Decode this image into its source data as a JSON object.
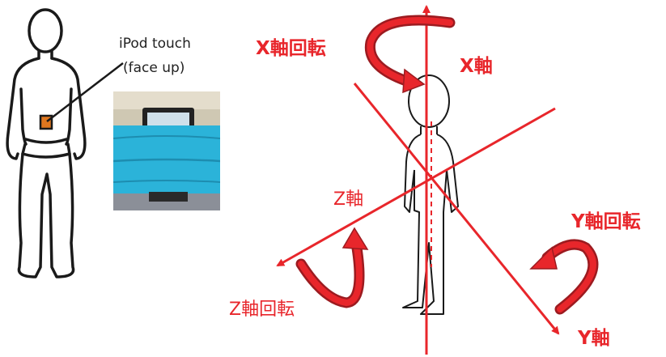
{
  "device_label": {
    "line1": "iPod touch",
    "line2": "(face up)"
  },
  "axes": {
    "x_axis": "X軸",
    "y_axis": "Y軸",
    "z_axis": "Z軸",
    "x_rotation": "X軸回転",
    "y_rotation": "Y軸回転",
    "z_rotation": "Z軸回転"
  },
  "colors": {
    "axis_red": "#e8262b",
    "arrow_dark_red": "#9c1b20",
    "band_cyan": "#2bb3d9",
    "device_orange": "#e0771f",
    "outline": "#1a1a1a"
  },
  "icons": {
    "rotation_arrow": "curved-rotation-arrow-icon",
    "axis_arrow": "axis-arrowhead-icon"
  }
}
